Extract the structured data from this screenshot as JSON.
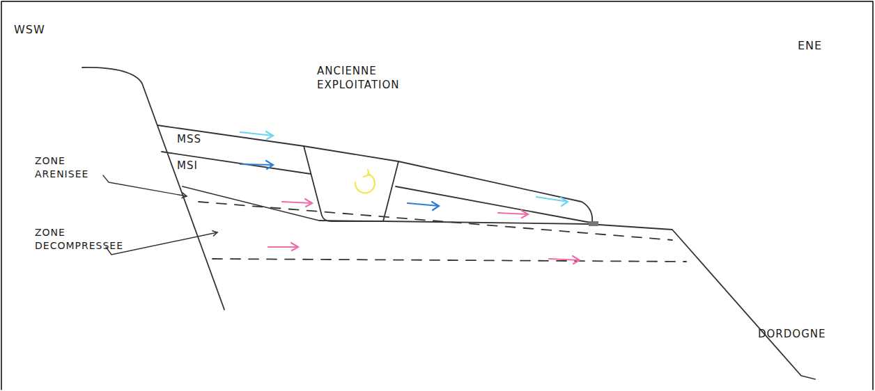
{
  "diagram": {
    "labels": [
      "WSW",
      "ENE",
      "MSS",
      "MSI",
      "ANCIENNE EXPLOITATION",
      "ZONE ARENISEE",
      "ZONE DECOMPRESSEE",
      "DORDOGNE"
    ]
  }
}
